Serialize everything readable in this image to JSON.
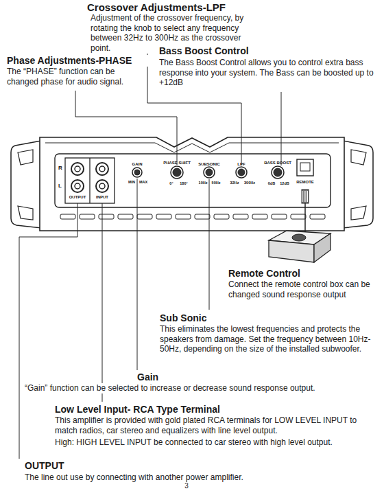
{
  "diagram": {
    "labels": [
      "Crossover Adjustments-LPF",
      "Adjustment of the crossover frequency, by rotating the knob to select any frequency between 32Hz to 300Hz as the crossover point.",
      "Phase Adjustments-PHASE",
      "The “PHASE” function can be changed phase for audio signal.",
      "Bass Boost Control",
      "The Bass Boost Control allows you to control extra bass response into your system. The Bass can be boosted up to +12dB",
      "R",
      "L",
      "OUTPUT",
      "INPUT",
      "GAIN",
      "MIN",
      "MAX",
      "PHASE SHIFT",
      "0°",
      "180°",
      "SUBSONIC",
      "10Hz",
      "50Hz",
      "LPF",
      "32Hz",
      "300Hz",
      "BASS BOOST",
      "0dB",
      "12dB",
      "REMOTE",
      "Remote Control",
      "Connect the remote control box can be changed sound response output",
      "Sub Sonic",
      "This eliminates the lowest frequencies and protects the speakers from damage. Set the frequency between 10Hz-50Hz, depending on the size of the installed subwoofer.",
      "Gain",
      "“Gain” function can be selected to increase or decrease sound response output.",
      "Low Level Input- RCA Type Terminal",
      "This amplifier is provided with gold plated RCA terminals for LOW LEVEL INPUT to match radios, car stereo and equalizers with line level output.",
      "High: HIGH LEVEL INPUT be connected to car stereo with high level output.",
      "OUTPUT",
      "The line out use by connecting with another power amplifier.",
      "3"
    ]
  }
}
